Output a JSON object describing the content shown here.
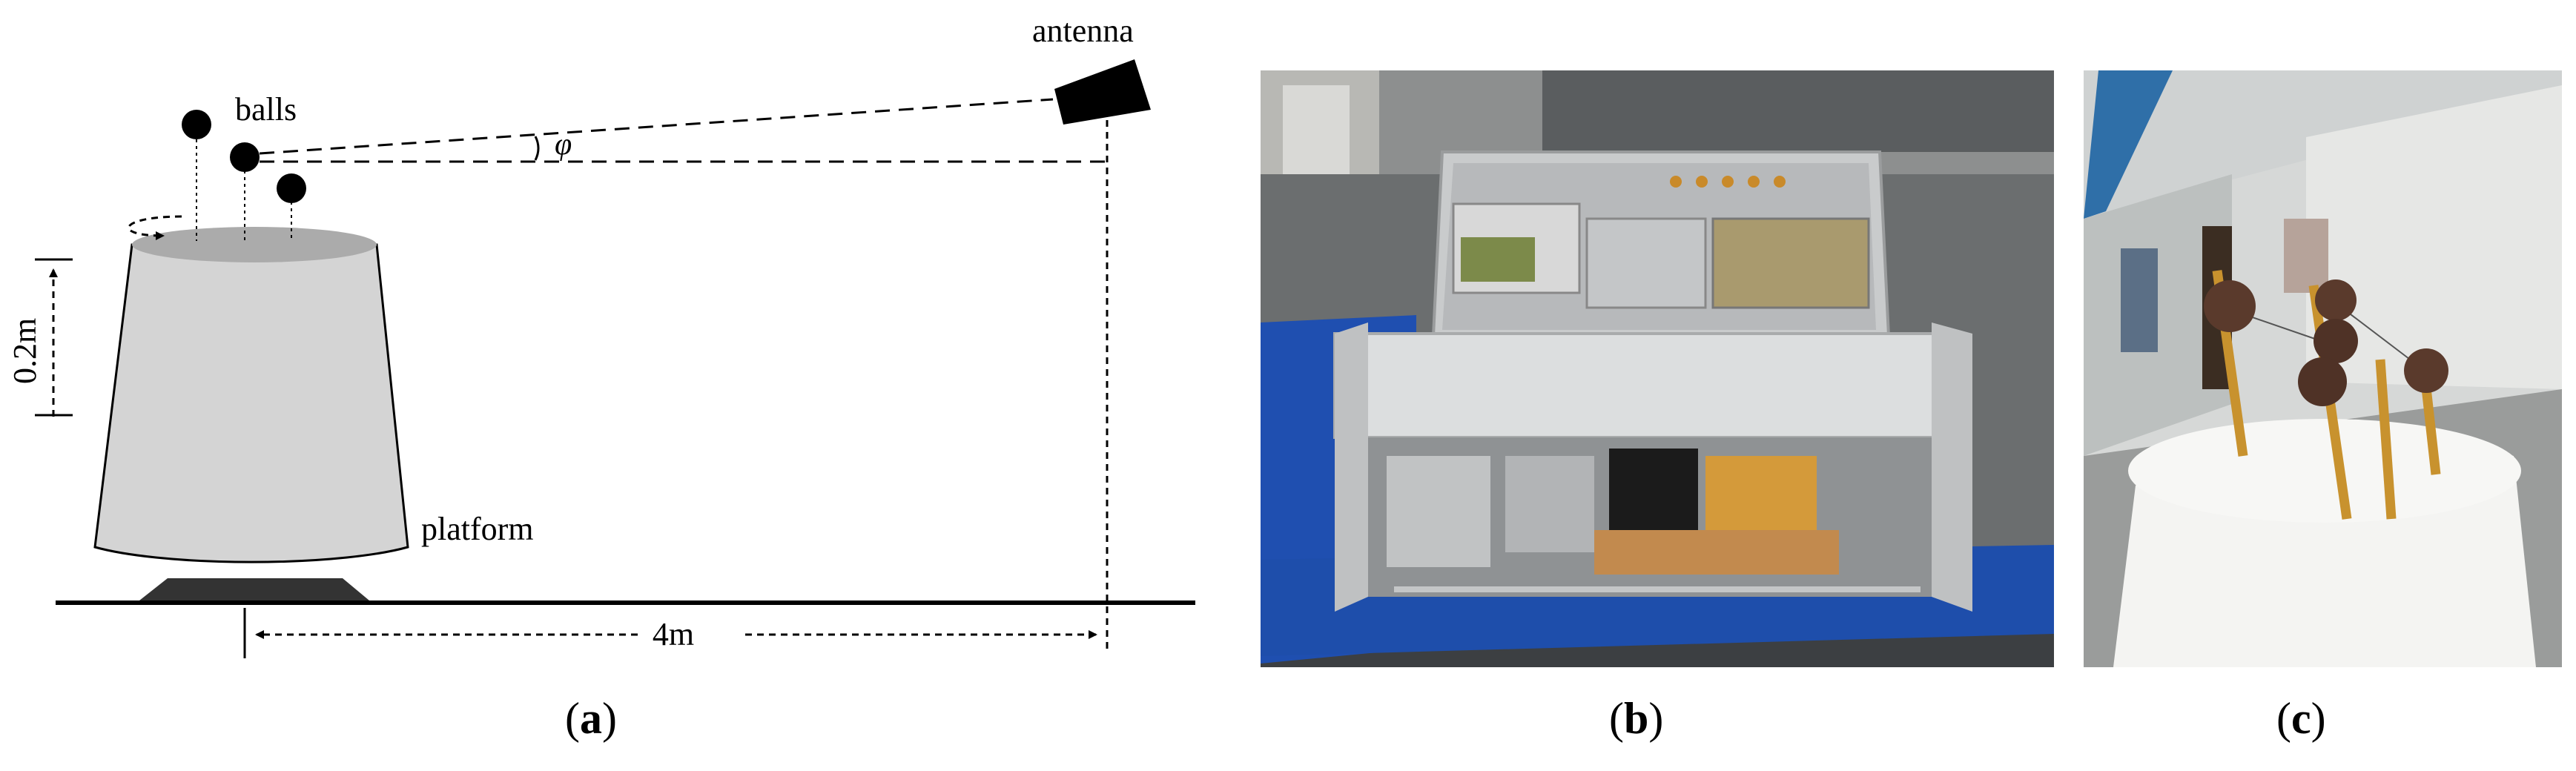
{
  "panel_a": {
    "labels": {
      "antenna": "antenna",
      "balls": "balls",
      "angle": "φ",
      "height": "0.2m",
      "platform": "platform",
      "distance": "4m"
    },
    "caption": {
      "open": "(",
      "letter": "a",
      "close": ")"
    }
  },
  "panel_b": {
    "caption": {
      "open": "(",
      "letter": "b",
      "close": ")"
    }
  },
  "panel_c": {
    "caption": {
      "open": "(",
      "letter": "c",
      "close": ")"
    }
  }
}
